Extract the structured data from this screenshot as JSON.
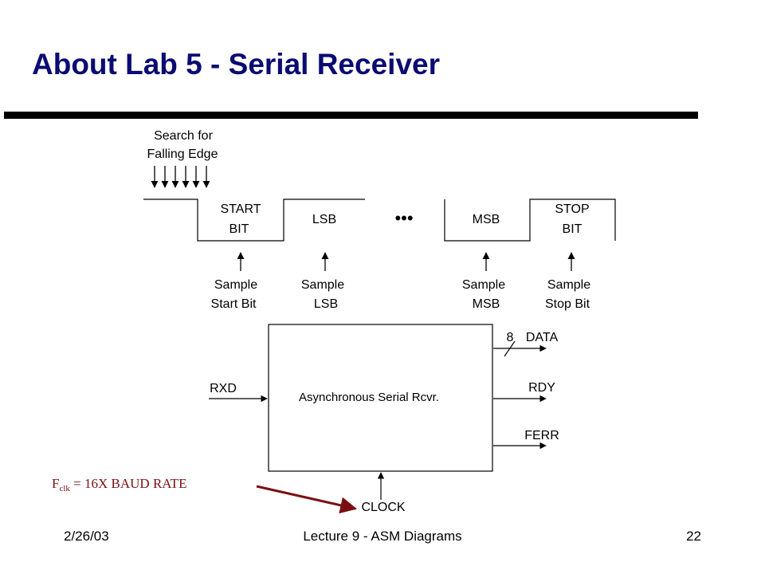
{
  "slide": {
    "title": "About Lab 5 - Serial Receiver",
    "footer_date": "2/26/03",
    "footer_center": "Lecture 9 - ASM Diagrams",
    "footer_page": "22"
  },
  "diagram": {
    "search_line1": "Search for",
    "search_line2": "Falling Edge",
    "start_line1": "START",
    "start_line2": "BIT",
    "lsb": "LSB",
    "dots": "•••",
    "msb": "MSB",
    "stop_line1": "STOP",
    "stop_line2": "BIT",
    "sample_start_1": "Sample",
    "sample_start_2": "Start Bit",
    "sample_lsb_1": "Sample",
    "sample_lsb_2": "LSB",
    "sample_msb_1": "Sample",
    "sample_msb_2": "MSB",
    "sample_stop_1": "Sample",
    "sample_stop_2": "Stop Bit",
    "block_label": "Asynchronous Serial Rcvr.",
    "rxd": "RXD",
    "bus_width": "8",
    "data": "DATA",
    "rdy": "RDY",
    "ferr": "FERR",
    "clock": "CLOCK",
    "fclk_main": "F",
    "fclk_sub": "clk",
    "fclk_rest": " = 16X BAUD RATE"
  }
}
